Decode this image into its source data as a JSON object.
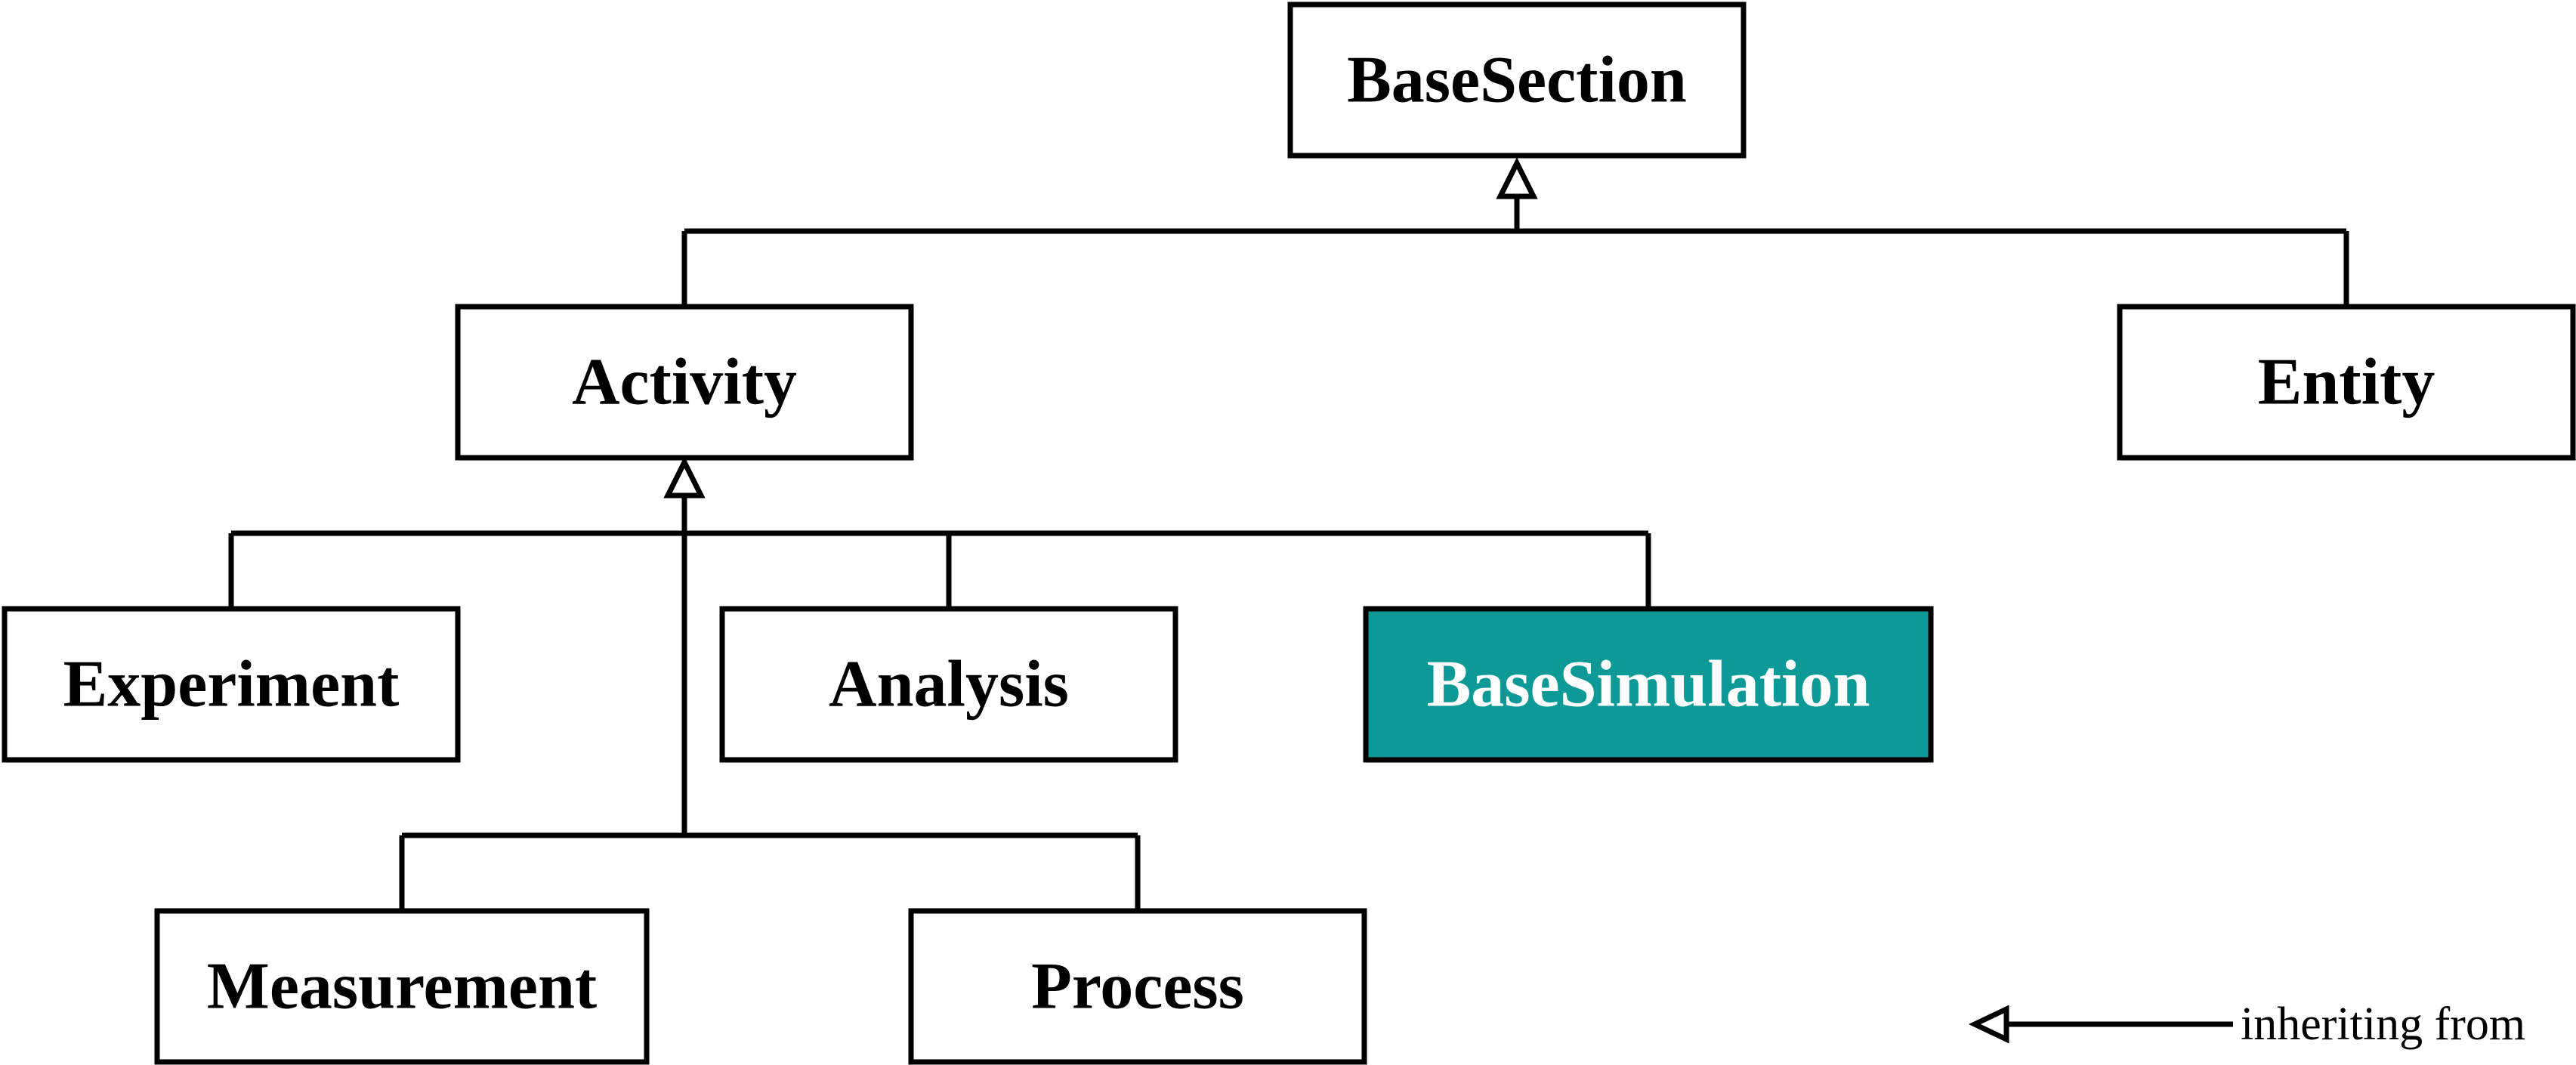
{
  "nodes": {
    "base_section": "BaseSection",
    "activity": "Activity",
    "entity": "Entity",
    "experiment": "Experiment",
    "analysis": "Analysis",
    "base_simulation": "BaseSimulation",
    "measurement": "Measurement",
    "process": "Process"
  },
  "relations": [
    {
      "child": "Activity",
      "parent": "BaseSection"
    },
    {
      "child": "Entity",
      "parent": "BaseSection"
    },
    {
      "child": "Experiment",
      "parent": "Activity"
    },
    {
      "child": "Analysis",
      "parent": "Activity"
    },
    {
      "child": "BaseSimulation",
      "parent": "Activity"
    },
    {
      "child": "Measurement",
      "parent": "Activity"
    },
    {
      "child": "Process",
      "parent": "Activity"
    }
  ],
  "legend": {
    "label": "inheriting from"
  },
  "colors": {
    "highlight_fill": "#0d9a96",
    "highlight_text": "#ffffff",
    "stroke": "#000000"
  }
}
